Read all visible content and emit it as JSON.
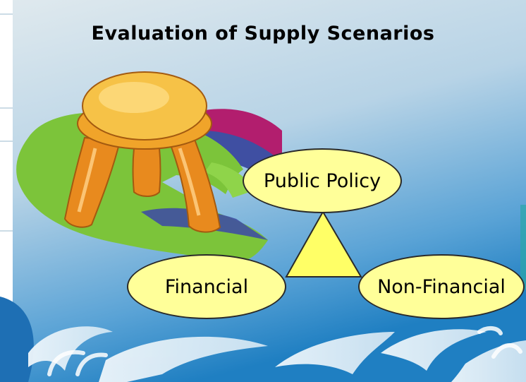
{
  "slide": {
    "title": "Evaluation of Supply Scenarios"
  },
  "diagram": {
    "top_node": "Public Policy",
    "left_node": "Financial",
    "right_node": "Non-Financial",
    "node_fill": "#ffff99",
    "connector_fill": "#ffff66"
  },
  "illustration": {
    "stool_icon": "three-legged-stool-icon",
    "colors": {
      "seat": "#f2b53a",
      "legs": "#e88a1e",
      "green": "#7cc43a",
      "magenta": "#b21e6e",
      "blue": "#3f4fa2"
    }
  },
  "background": {
    "gradient_top": "#d8e7ee",
    "gradient_bottom": "#1e7fbf",
    "wave_color": "#dcebf4"
  }
}
